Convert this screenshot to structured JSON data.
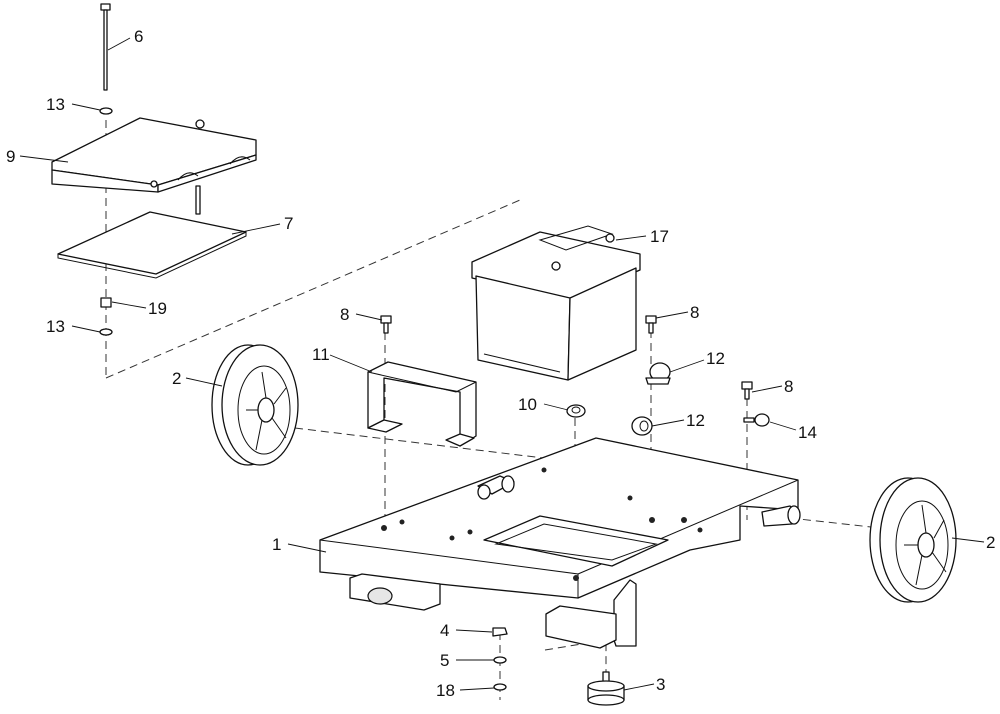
{
  "callouts": {
    "c1": "1",
    "c2a": "2",
    "c2b": "2",
    "c3": "3",
    "c4": "4",
    "c5": "5",
    "c6": "6",
    "c7": "7",
    "c8a": "8",
    "c8b": "8",
    "c8c": "8",
    "c9": "9",
    "c10": "10",
    "c11": "11",
    "c12a": "12",
    "c12b": "12",
    "c13a": "13",
    "c13b": "13",
    "c14": "14",
    "c17": "17",
    "c18": "18",
    "c19": "19"
  }
}
